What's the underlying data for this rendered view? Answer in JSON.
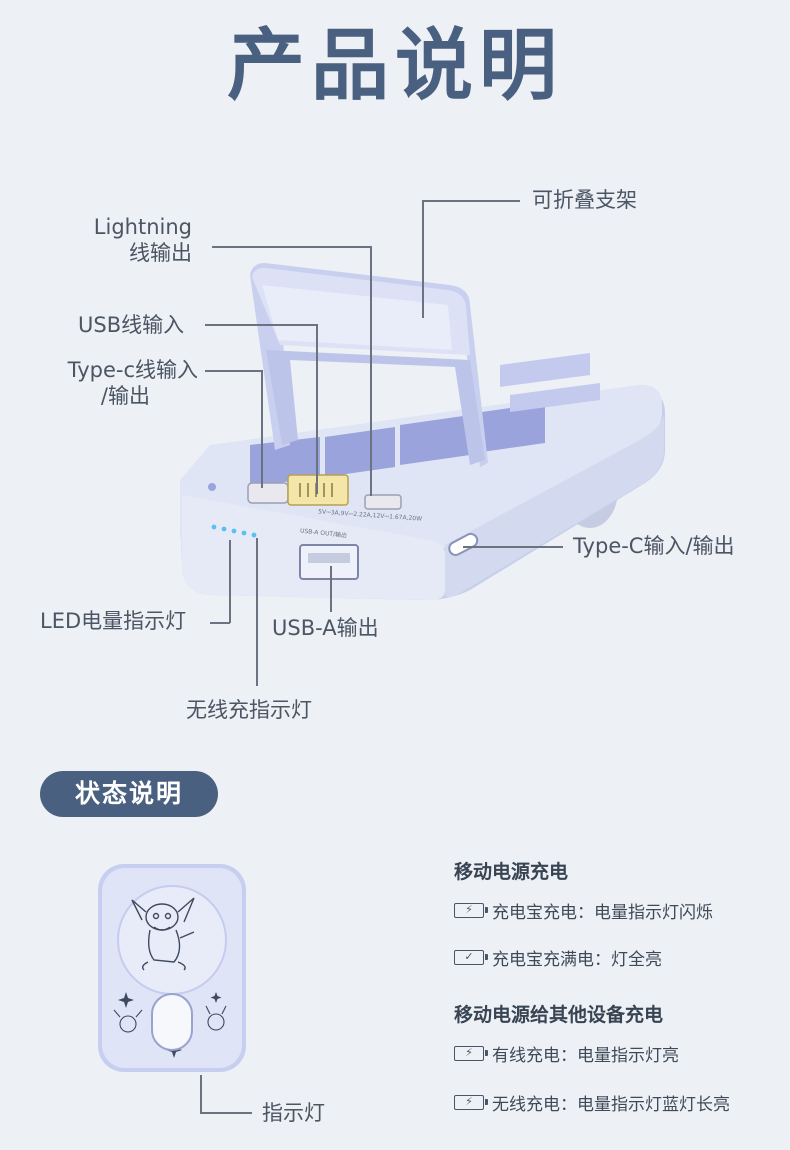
{
  "title": "产品说明",
  "callouts": {
    "lightning_line1": "Lightning",
    "lightning_line2": "线输出",
    "usb_in": "USB线输入",
    "typec_line1": "Type-c线输入",
    "typec_line2": "/输出",
    "stand": "可折叠支架",
    "typec_port": "Type-C输入/输出",
    "led": "LED电量指示灯",
    "usba": "USB-A输出",
    "wireless_led": "无线充指示灯"
  },
  "device_print": {
    "usb_out": "USB-A OUT/输出",
    "spec": "5V⎓3A,9V⎓2.22A,12V⎓1.67A,20W"
  },
  "status": {
    "title": "状态说明",
    "indicator_label": "指示灯",
    "section1": {
      "heading": "移动电源充电",
      "items": [
        {
          "icon": "charging-battery-icon",
          "text": "充电宝充电：电量指示灯闪烁"
        },
        {
          "icon": "full-battery-icon",
          "text": "充电宝充满电：灯全亮"
        }
      ]
    },
    "section2": {
      "heading": "移动电源给其他设备充电",
      "items": [
        {
          "icon": "charging-battery-icon",
          "text": "有线充电：电量指示灯亮"
        },
        {
          "icon": "charging-battery-icon",
          "text": "无线充电：电量指示灯蓝灯长亮"
        }
      ]
    }
  },
  "colors": {
    "background": "#edf0f5",
    "title": "#4a6080",
    "device_body": "#dde3f4",
    "device_accent": "#8b94d8",
    "pill": "#4a6080",
    "led": "#5bc0f0"
  }
}
